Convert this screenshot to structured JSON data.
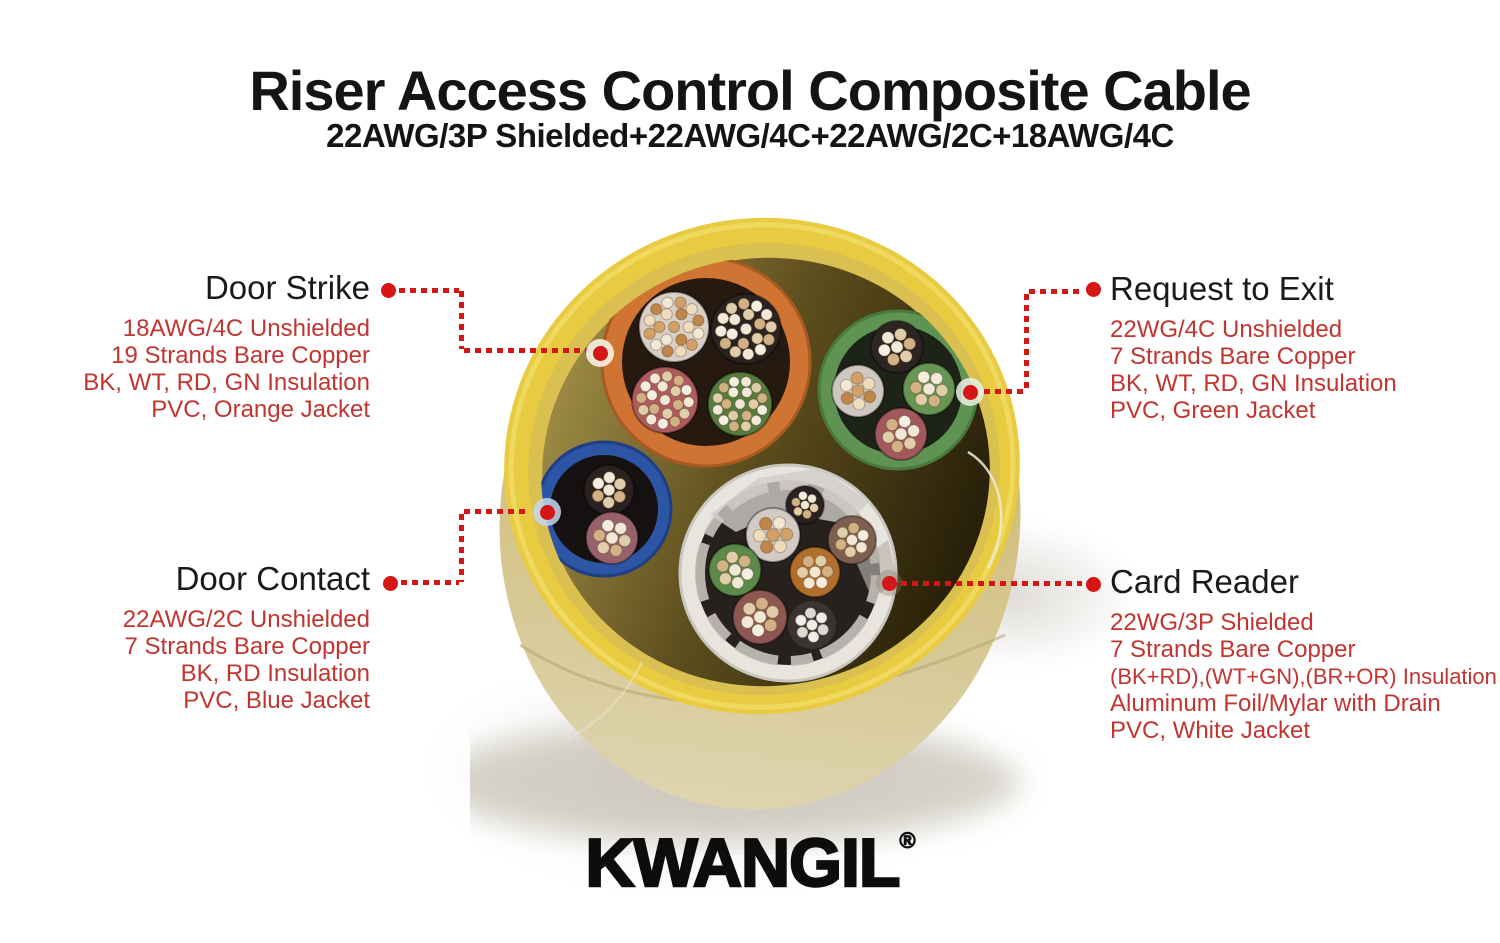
{
  "title": "Riser Access Control Composite Cable",
  "subtitle": "22AWG/3P Shielded+22AWG/4C+22AWG/2C+18AWG/4C",
  "brand": {
    "name": "KWANGIL",
    "registered_mark": "®"
  },
  "callouts": [
    {
      "id": "door-strike",
      "title": "Door Strike",
      "side": "left",
      "lines": [
        "18AWG/4C Unshielded",
        "19 Strands Bare Copper",
        "BK, WT, RD, GN Insulation",
        "PVC, Orange Jacket"
      ]
    },
    {
      "id": "request-to-exit",
      "title": "Request to Exit",
      "side": "right",
      "lines": [
        "22WG/4C Unshielded",
        "7 Strands Bare Copper",
        "BK, WT, RD, GN Insulation",
        "PVC, Green Jacket"
      ]
    },
    {
      "id": "door-contact",
      "title": "Door Contact",
      "side": "left",
      "lines": [
        "22AWG/2C Unshielded",
        "7 Strands Bare Copper",
        "BK, RD Insulation",
        "PVC, Blue Jacket"
      ]
    },
    {
      "id": "card-reader",
      "title": "Card Reader",
      "side": "right",
      "lines": [
        "22WG/3P Shielded",
        "7 Strands Bare Copper",
        "(BK+RD),(WT+GN),(BR+OR) Insulation",
        "Aluminum Foil/Mylar with Drain",
        "PVC, White Jacket"
      ]
    }
  ],
  "cable": {
    "outer_jacket_color": "Yellow",
    "outer_jacket_hex": "#e9cb41",
    "subcables": [
      {
        "id": "door-strike",
        "jacket_color": "Orange",
        "jacket_hex": "#cf7433",
        "conductor_colors": [
          "White",
          "Black",
          "Red",
          "Green"
        ],
        "conductor_hexes": [
          "#d8cfc6",
          "#2b2222",
          "#b05c5e",
          "#567c3e"
        ],
        "strands_per_conductor": 19
      },
      {
        "id": "request-to-exit",
        "jacket_color": "Green",
        "jacket_hex": "#5f9354",
        "conductor_colors": [
          "Black",
          "White",
          "Green",
          "Red"
        ],
        "conductor_hexes": [
          "#2d2424",
          "#cfc7c2",
          "#679552",
          "#a2595d"
        ],
        "strands_per_conductor": 7
      },
      {
        "id": "door-contact",
        "jacket_color": "Blue",
        "jacket_hex": "#2c55a5",
        "conductor_colors": [
          "Black",
          "Red"
        ],
        "conductor_hexes": [
          "#2b2121",
          "#96616b"
        ],
        "strands_per_conductor": 7
      },
      {
        "id": "card-reader",
        "jacket_color": "White",
        "jacket_hex": "#e8e5df",
        "shield": "Aluminum Foil/Mylar with Drain",
        "conductor_colors": [
          "Black",
          "White",
          "Brown",
          "Green",
          "Orange",
          "Red"
        ],
        "conductor_hexes": [
          "#2a2222",
          "#d3cbc3",
          "#7d6050",
          "#5c8a49",
          "#b26f2c",
          "#8e5752"
        ],
        "drain_hex": "#efeeea",
        "strands_per_conductor": 7
      }
    ]
  },
  "ui_colors": {
    "detail_text_red": "#c13430",
    "leader_red": "#d41616",
    "heading_black": "#141414"
  }
}
